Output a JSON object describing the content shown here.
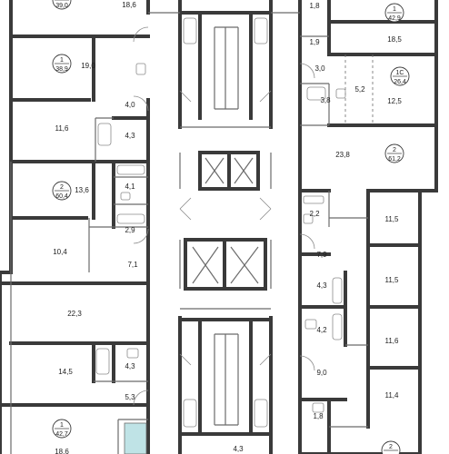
{
  "plan": {
    "colors": {
      "wall": "#3a3a3a",
      "thin_line": "#6b6b6b",
      "fixture": "#8a8a8a",
      "highlight": "#bfe3e6",
      "text": "#222222"
    },
    "apartments_left": [
      {
        "id": "apt-l1",
        "number": "1",
        "area": "39,0"
      },
      {
        "id": "apt-l2",
        "number": "1",
        "area": "38,9"
      },
      {
        "id": "apt-l3",
        "number": "2",
        "area": "60,4"
      },
      {
        "id": "apt-l4",
        "number": "1",
        "area": "42,7"
      }
    ],
    "apartments_right": [
      {
        "id": "apt-r1",
        "number": "1",
        "area": "42,9"
      },
      {
        "id": "apt-r2",
        "number": "1С",
        "area": "26,4"
      },
      {
        "id": "apt-r3",
        "number": "2",
        "area": "61,2"
      },
      {
        "id": "apt-r4",
        "number": "2",
        "area": ""
      }
    ],
    "rooms_left": [
      "18,6",
      "19,0",
      "4,0",
      "11,6",
      "4,3",
      "13,6",
      "4,1",
      "2,9",
      "10,4",
      "7,1",
      "22,3",
      "14,5",
      "4,3",
      "5,3",
      "18,6"
    ],
    "rooms_center": [
      "4,3"
    ],
    "rooms_right": [
      "1,8",
      "18,5",
      "1,9",
      "3,0",
      "5,2",
      "3,8",
      "12,5",
      "23,8",
      "2,2",
      "11,5",
      "7,9",
      "11,5",
      "4,3",
      "4,2",
      "11,6",
      "9,0",
      "11,4",
      "1,8"
    ]
  }
}
